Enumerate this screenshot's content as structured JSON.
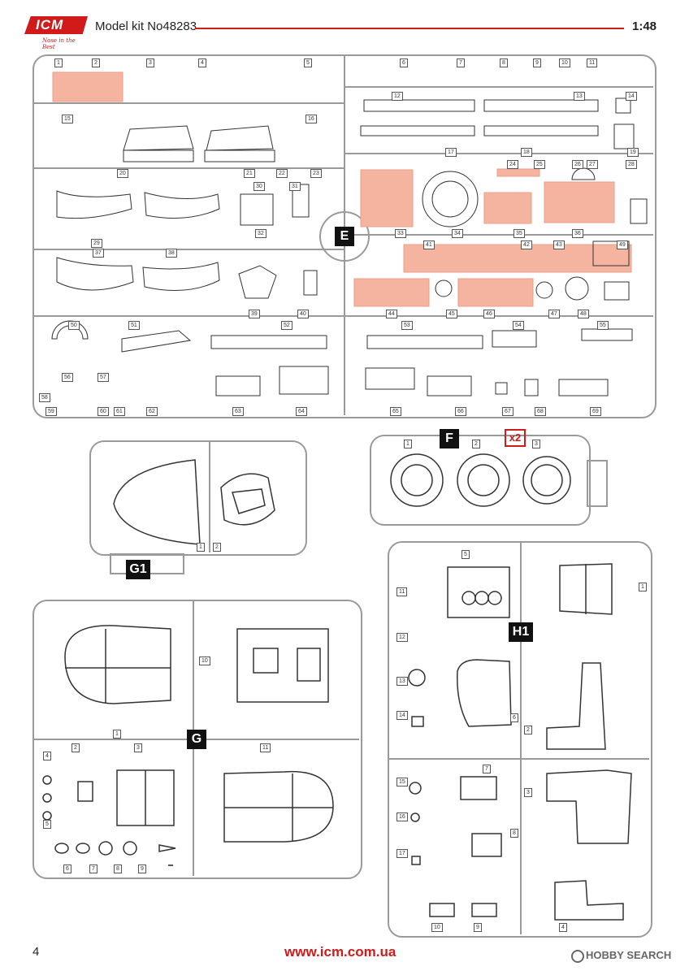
{
  "header": {
    "logo_text": "ICM",
    "logo_tagline": "Nose in the Best",
    "model_title": "Model kit No48283",
    "scale": "1:48"
  },
  "footer": {
    "page_number": "4",
    "website": "www.icm.com.ua",
    "watermark": "HOBBY SEARCH"
  },
  "sprues": {
    "E": {
      "label": "E",
      "part_numbers": [
        "1",
        "2",
        "3",
        "4",
        "5",
        "6",
        "7",
        "8",
        "9",
        "10",
        "11",
        "12",
        "13",
        "14",
        "15",
        "16",
        "17",
        "18",
        "19",
        "20",
        "21",
        "22",
        "23",
        "24",
        "25",
        "26",
        "27",
        "28",
        "29",
        "30",
        "31",
        "32",
        "33",
        "34",
        "35",
        "36",
        "37",
        "38",
        "39",
        "40",
        "41",
        "42",
        "43",
        "44",
        "45",
        "46",
        "47",
        "48",
        "49",
        "50",
        "51",
        "52",
        "53",
        "54",
        "55",
        "56",
        "57",
        "58",
        "59",
        "60",
        "61",
        "62",
        "63",
        "64",
        "65",
        "66",
        "67",
        "68",
        "69"
      ]
    },
    "F": {
      "label": "F",
      "quantity": "x2",
      "part_numbers": [
        "1",
        "2",
        "3"
      ]
    },
    "G1": {
      "label": "G1",
      "part_numbers": [
        "1",
        "2"
      ]
    },
    "G": {
      "label": "G",
      "part_numbers": [
        "1",
        "2",
        "3",
        "4",
        "5",
        "6",
        "7",
        "8",
        "9",
        "10",
        "11"
      ]
    },
    "H1": {
      "label": "H1",
      "part_numbers": [
        "1",
        "2",
        "3",
        "4",
        "5",
        "6",
        "7",
        "8",
        "9",
        "10",
        "11",
        "12",
        "13",
        "14",
        "15",
        "16",
        "17"
      ]
    }
  },
  "colors": {
    "accent": "#d11a1a",
    "sprue_gray": "#9a9a9a",
    "highlight": "#f5b4a0"
  }
}
